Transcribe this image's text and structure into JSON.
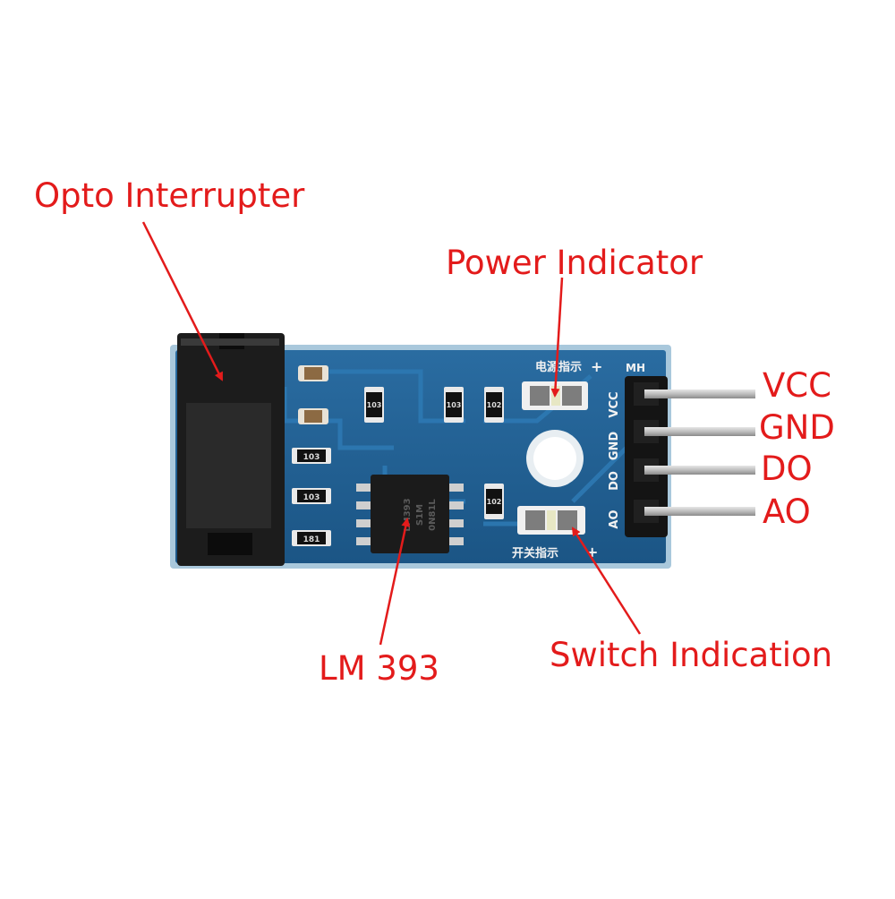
{
  "callouts": {
    "opto_interrupter": "Opto Interrupter",
    "power_indicator": "Power Indicator",
    "lm393": "LM 393",
    "switch_indication": "Switch Indication"
  },
  "pins": [
    "VCC",
    "GND",
    "DO",
    "AO"
  ],
  "board": {
    "header_label": "MH",
    "pin_silk": [
      "VCC",
      "GND",
      "DO",
      "AO"
    ],
    "power_led_silk": "电源指示",
    "switch_led_silk": "开关指示",
    "plus_sign": "+",
    "chip_text": [
      "LM393",
      "S1M",
      "0N81L"
    ],
    "resistor_codes": [
      "103",
      "103",
      "103",
      "181",
      "103",
      "102",
      "102"
    ]
  },
  "colors": {
    "annotation": "#e31b1b",
    "pcb": "#1f5f93",
    "pcb_edge": "#9ec0d6",
    "silkscreen": "#f2f2f2",
    "header": "#141414",
    "pin_metal": "#bdbdbd"
  }
}
